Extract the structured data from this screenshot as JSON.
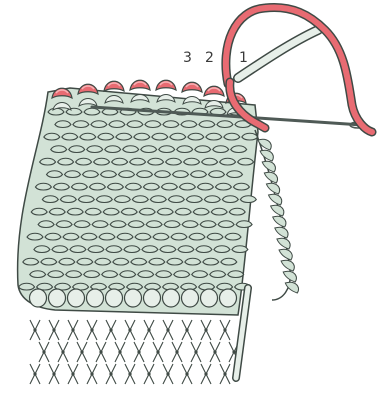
{
  "figure": {
    "step_labels": [
      "3",
      "2",
      "1"
    ],
    "colors": {
      "background": "#ffffff",
      "fabric_fill": "#d2e2d6",
      "fabric_stroke": "#3f4a45",
      "working_yarn": "#e86b72",
      "working_yarn_highlight": "#f6b3b6",
      "loose_yarn": "#e7efe9",
      "needle": "#4f5a56"
    },
    "icons": [
      "knitted-swatch",
      "tapestry-needle",
      "working-yarn"
    ]
  }
}
